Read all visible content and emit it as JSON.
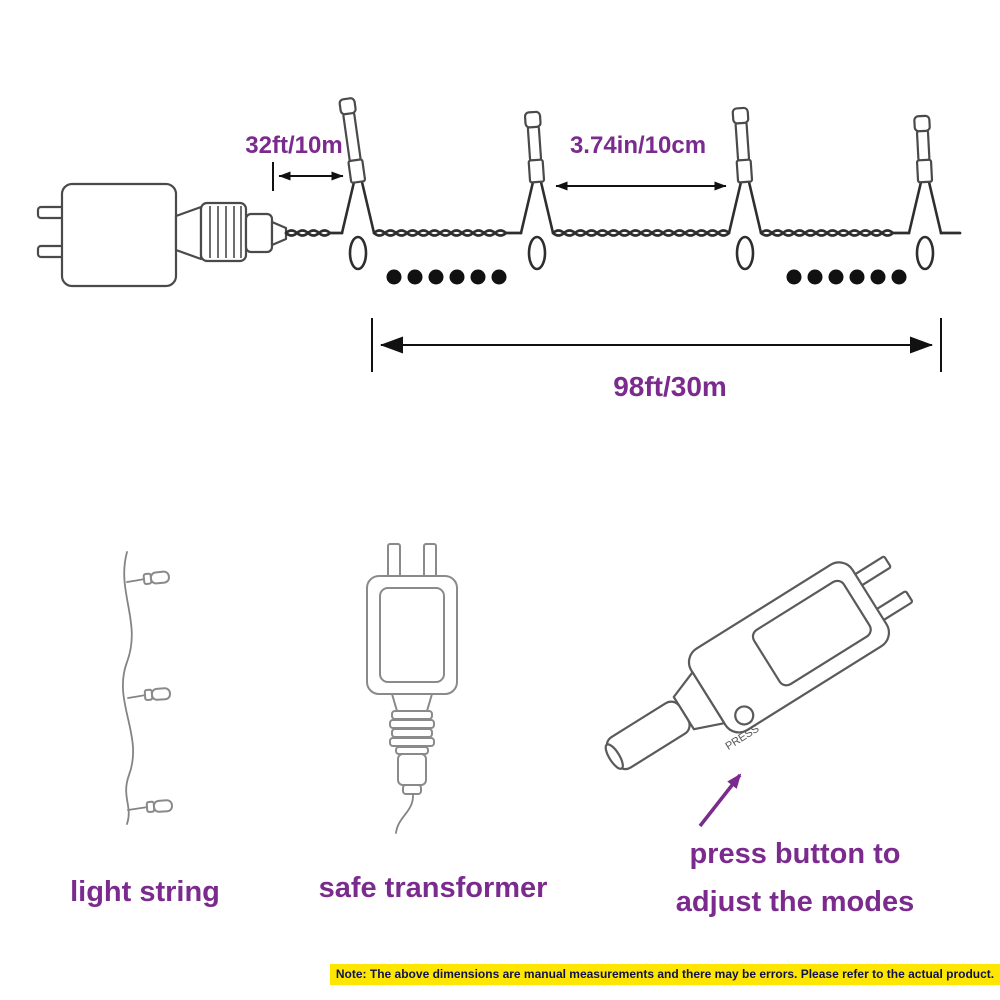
{
  "colors": {
    "accent": "#7b2b8e",
    "line_dark": "#2e2e2e",
    "line_gray": "#8a8a8a",
    "note_bg": "#ffe600",
    "note_text": "#11114e",
    "dot": "#111111"
  },
  "dimensions": {
    "lead_length": "32ft/10m",
    "bulb_spacing": "3.74in/10cm",
    "total_length": "98ft/30m"
  },
  "figures": {
    "light_string": "light string",
    "transformer": "safe transformer",
    "press_line1": "press button to",
    "press_line2": "adjust the modes",
    "press_button": "PRESS"
  },
  "note": "Note: The above dimensions are manual measurements and there may be errors. Please refer to the actual product."
}
